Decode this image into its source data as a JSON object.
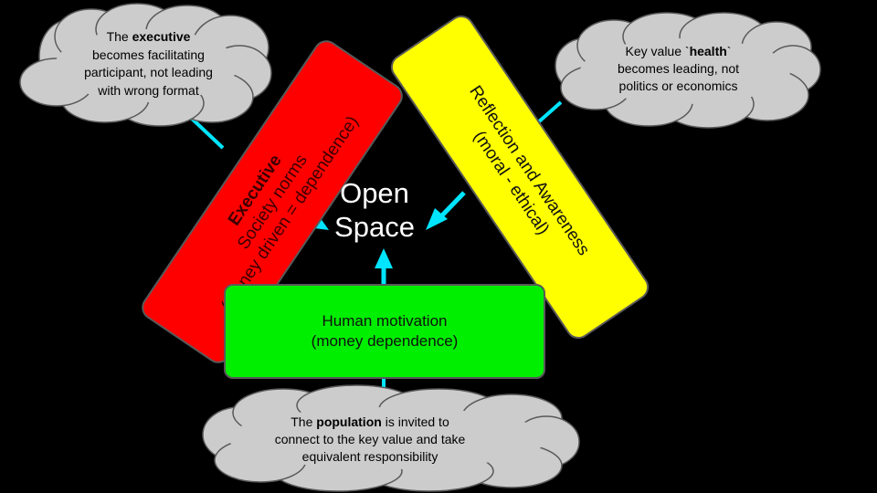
{
  "center": {
    "line1": "Open",
    "line2": "Space"
  },
  "boxes": {
    "executive": {
      "title": "Executive",
      "line2": "Society norms",
      "line3": "(money driven = dependence)",
      "color": "#ff0000"
    },
    "reflection": {
      "line1": "Reflection and Awareness",
      "line2": "(moral - ethical)",
      "color": "#ffff00"
    },
    "motivation": {
      "line1": "Human motivation",
      "line2": "(money dependence)",
      "color": "#00ff00"
    }
  },
  "clouds": {
    "top_left": {
      "pre": "The ",
      "bold": "executive",
      "line2": "becomes facilitating",
      "line3": "participant, not leading",
      "line4": "with wrong format"
    },
    "top_right": {
      "pre": "Key value `",
      "bold": "health",
      "post": "`",
      "line2": "becomes leading, not",
      "line3": "politics or economics"
    },
    "bottom": {
      "pre": "The ",
      "bold": "population",
      "post": " is invited to",
      "line2": "connect to the key value and take",
      "line3": "equivalent responsibility"
    }
  },
  "colors": {
    "background": "#000000",
    "arrow": "#00e5ff",
    "cloud": "#cccccc",
    "border": "#595959"
  }
}
